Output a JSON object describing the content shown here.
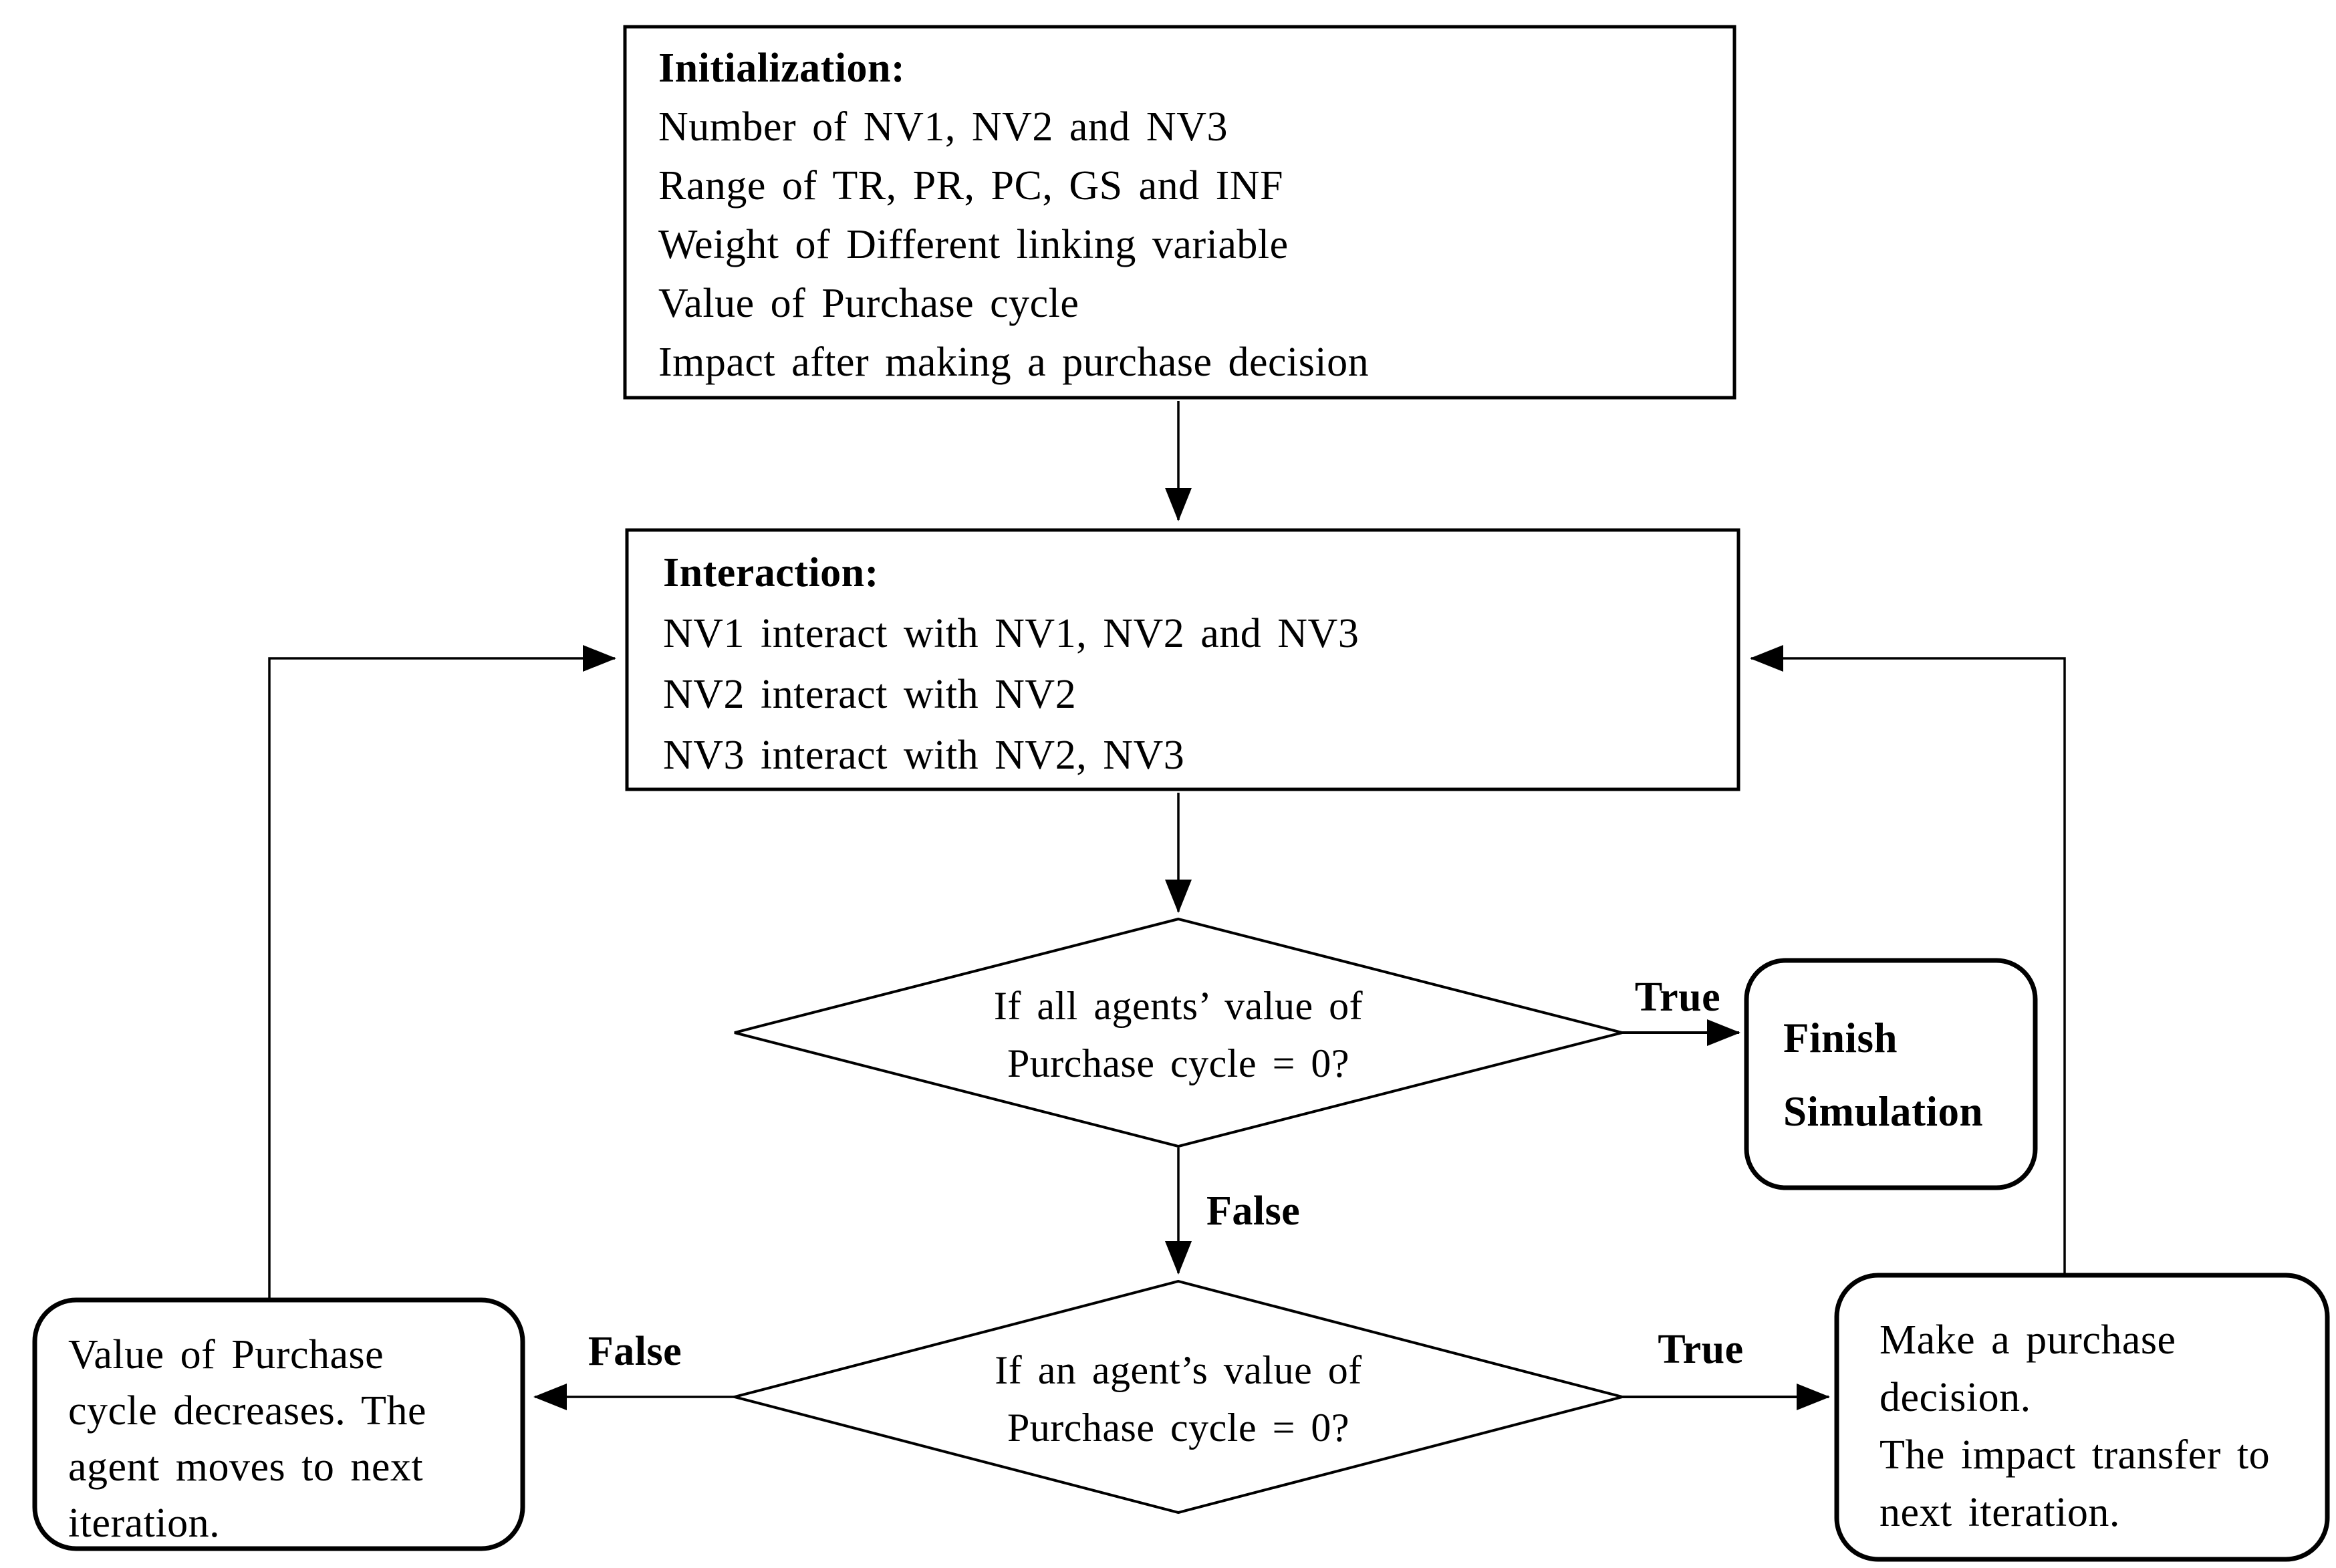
{
  "diagram": {
    "init": {
      "title": "Initialization:",
      "lines": [
        "Number of NV1, NV2 and NV3",
        "Range of TR, PR, PC, GS and INF",
        "Weight of Different linking variable",
        "Value of Purchase cycle",
        "Impact after making a purchase decision"
      ]
    },
    "interaction": {
      "title": "Interaction:",
      "lines": [
        "NV1 interact with NV1, NV2 and NV3",
        "NV2 interact with NV2",
        "NV3 interact with NV2, NV3"
      ]
    },
    "decision_all": {
      "line1": "If all agents’ value of",
      "line2": "Purchase cycle = 0?"
    },
    "decision_agent": {
      "line1": "If an agent’s value of",
      "line2": "Purchase cycle = 0?"
    },
    "finish": {
      "line1": "Finish",
      "line2": "Simulation"
    },
    "left_outcome": {
      "lines": [
        "Value of Purchase",
        "cycle decreases. The",
        "agent moves to next",
        "iteration."
      ]
    },
    "right_outcome": {
      "lines": [
        "Make a purchase",
        "decision.",
        "The impact transfer to",
        "next iteration."
      ]
    },
    "labels": {
      "true_finish": "True",
      "false_down": "False",
      "false_left": "False",
      "true_right": "True"
    },
    "colors": {
      "ink": "#000000",
      "background": "#ffffff"
    }
  }
}
